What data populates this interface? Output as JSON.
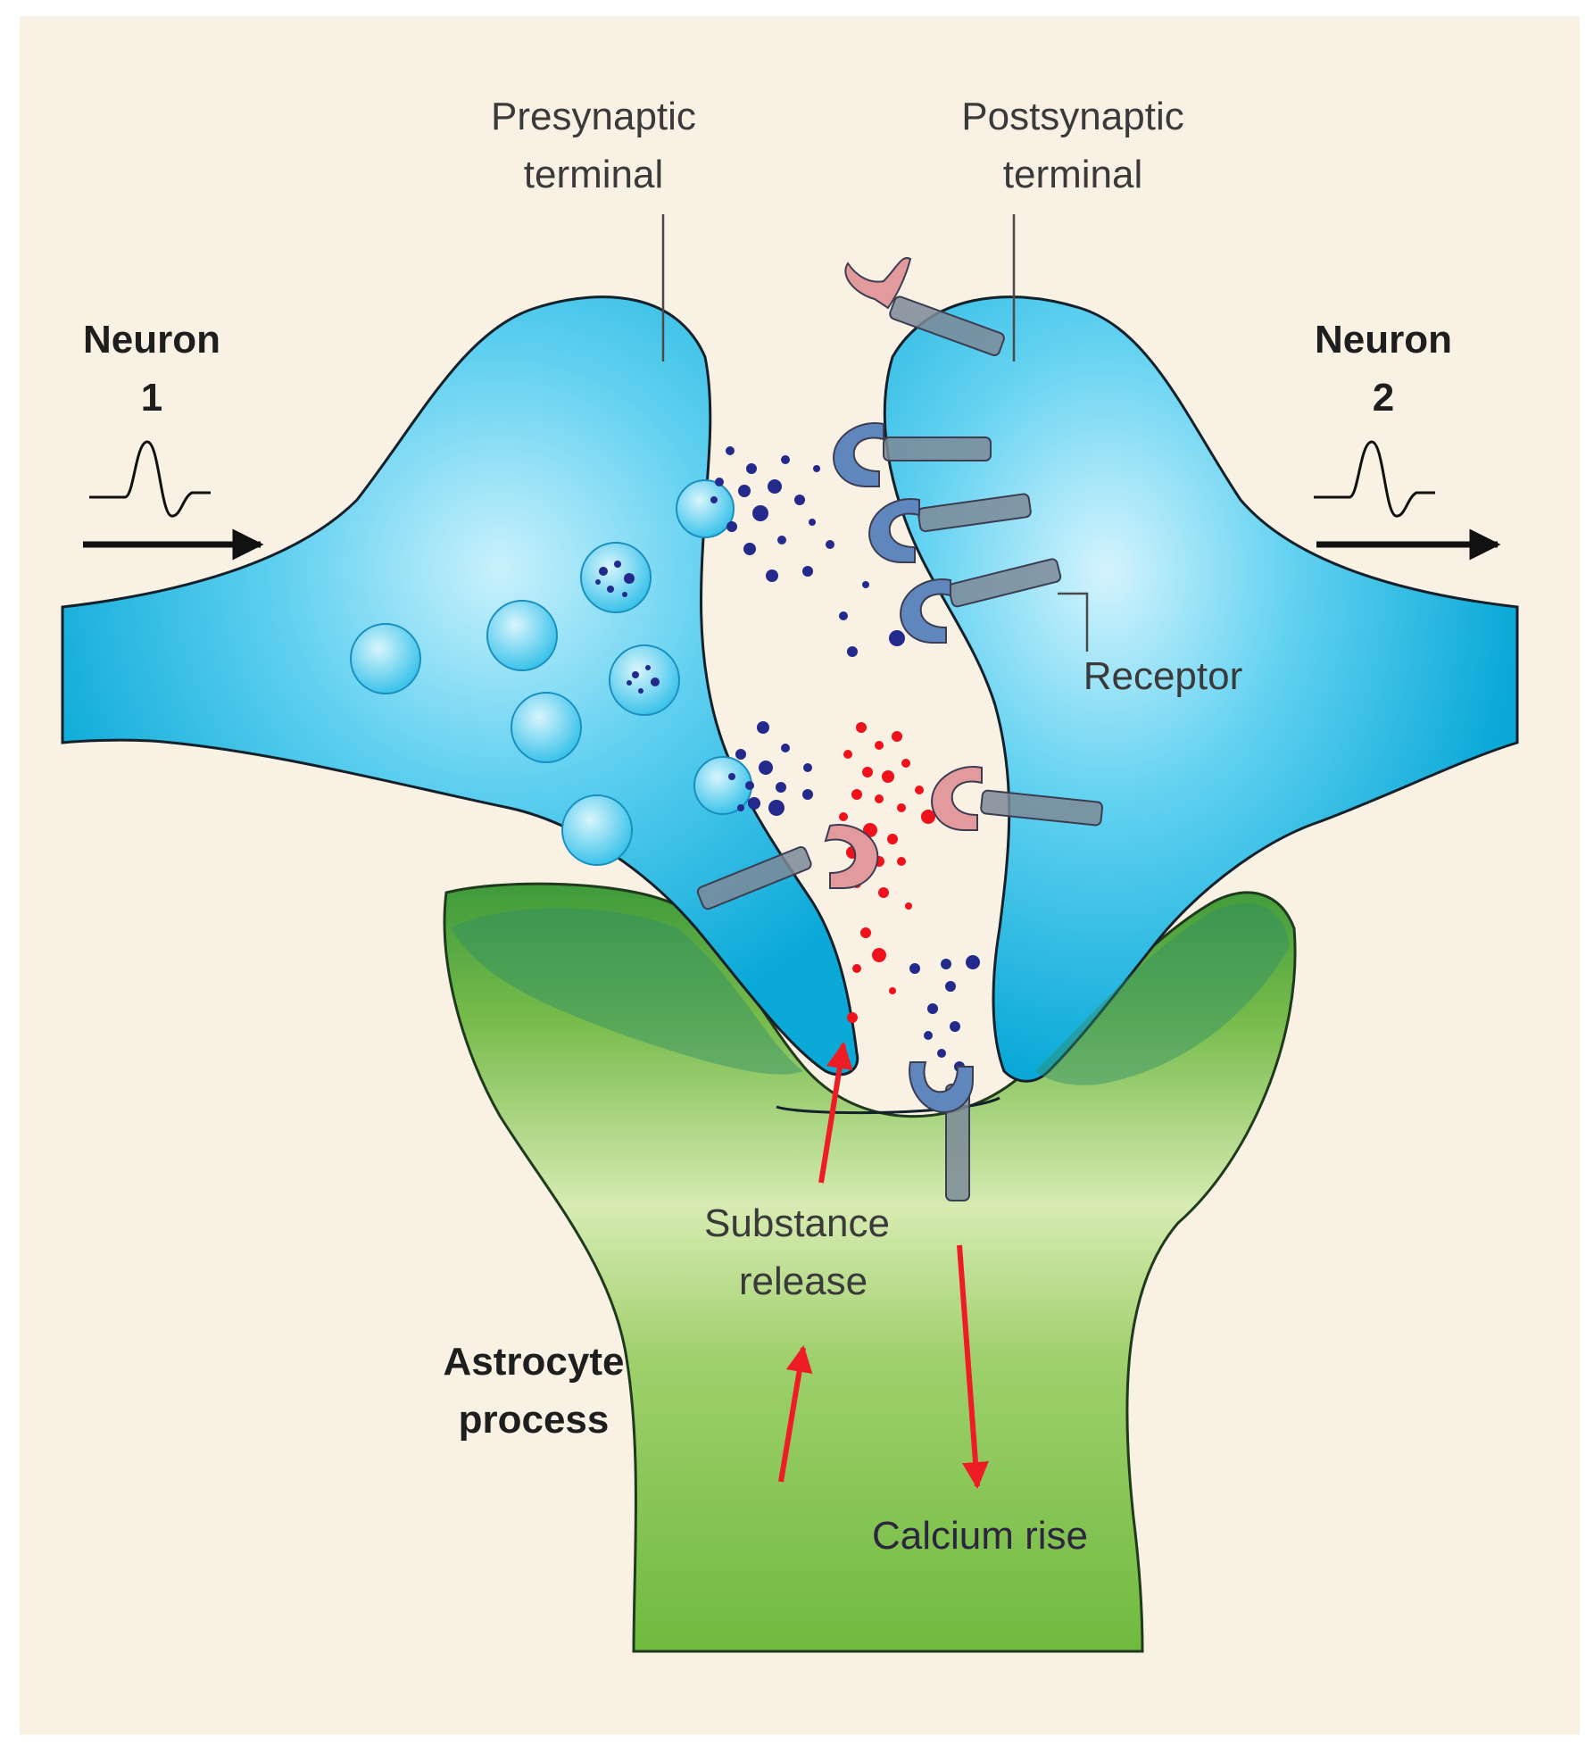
{
  "labels": {
    "neuron1_line1": "Neuron",
    "neuron1_line2": "1",
    "neuron2_line1": "Neuron",
    "neuron2_line2": "2",
    "presynaptic_line1": "Presynaptic",
    "presynaptic_line2": "terminal",
    "postsynaptic_line1": "Postsynaptic",
    "postsynaptic_line2": "terminal",
    "receptor": "Receptor",
    "substance_line1": "Substance",
    "substance_line2": "release",
    "astrocyte_line1": "Astrocyte",
    "astrocyte_line2": "process",
    "calcium": "Calcium rise"
  },
  "colors": {
    "background": "#f8f1e4",
    "neuron_blue": "#12b6e2",
    "neuron_light": "#b9ecfa",
    "astrocyte_green": "#74bb45",
    "astrocyte_light": "#cfe7a6",
    "receptor_blue": "#5f86bd",
    "receptor_pink": "#e39a9d",
    "neurotransmitter": "#232a8c",
    "gliotransmitter": "#f0121a",
    "arrow_red": "#ee1c24"
  },
  "icons": {
    "action_potential": "spike-waveform-icon",
    "signal_arrow": "arrow-right-icon"
  }
}
